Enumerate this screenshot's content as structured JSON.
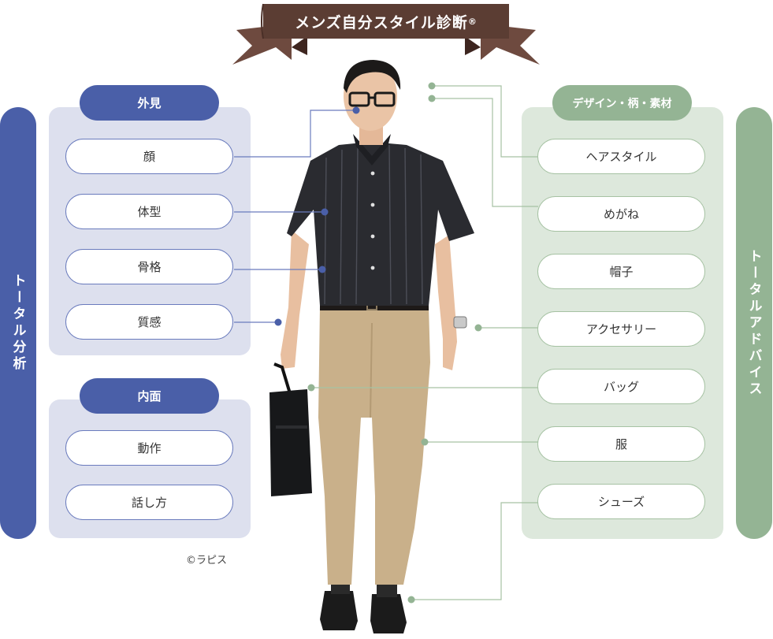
{
  "title": {
    "text": "メンズ自分スタイル診断",
    "mark": "®"
  },
  "left_bar": {
    "label": "トータル分析"
  },
  "right_bar": {
    "label": "トータルアドバイス"
  },
  "appearance": {
    "heading": "外見",
    "items": [
      "顔",
      "体型",
      "骨格",
      "質感"
    ]
  },
  "inner": {
    "heading": "内面",
    "items": [
      "動作",
      "話し方"
    ]
  },
  "design": {
    "heading": "デザイン・柄・素材",
    "items": [
      "ヘアスタイル",
      "めがね",
      "帽子",
      "アクセサリー",
      "バッグ",
      "服",
      "シューズ"
    ]
  },
  "copyright": "©ラピス",
  "colors": {
    "analysis": "#4a5fa8",
    "advice": "#94b494",
    "ribbon": "#5b3d33"
  }
}
